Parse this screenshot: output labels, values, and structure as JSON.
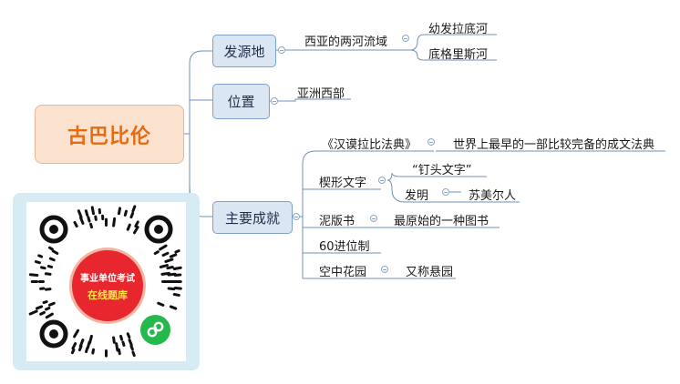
{
  "root": {
    "label": "古巴比伦"
  },
  "branches": {
    "origin": {
      "label": "发源地",
      "child": "西亚的两河流域",
      "rivers": [
        "幼发拉底河",
        "底格里斯河"
      ]
    },
    "location": {
      "label": "位置",
      "child": "亚洲西部"
    },
    "achievements": {
      "label": "主要成就",
      "code": {
        "label": "《汉谟拉比法典》",
        "desc": "世界上最早的一部比较完备的成文法典"
      },
      "cuneiform": {
        "label": "楔形文字",
        "alias": "“钉头文字”",
        "invent": "发明",
        "inventor": "苏美尔人"
      },
      "tablet": {
        "label": "泥版书",
        "desc": "最原始的一种图书"
      },
      "base60": {
        "label": "60进位制"
      },
      "garden": {
        "label": "空中花园",
        "alias": "又称悬园"
      }
    }
  },
  "qr": {
    "line1": "事业单位考试",
    "line2": "在线题库",
    "brand_color": "#e8262d",
    "frame_color": "#d6ebf3",
    "mini_color": "#25b84c"
  }
}
